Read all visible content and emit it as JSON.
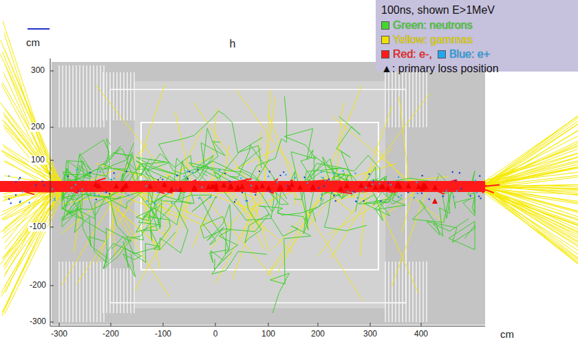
{
  "diagram": {
    "title": "h",
    "labels": [
      "cm",
      "300",
      "200",
      "100",
      "-100",
      "-200",
      "-300",
      "-300",
      "-200",
      "-100",
      "0",
      "100",
      "200",
      "300",
      "400",
      "cm",
      "100ns, shown E>1MeV"
    ],
    "legend": [
      {
        "text": "Green: neutrons",
        "color": "#44d62c"
      },
      {
        "text": "Yellow: gammas",
        "color": "#f0e000"
      },
      {
        "text": "Red: e-,",
        "color": "#ff1a1a"
      },
      {
        "text": "Blue: e+",
        "color": "#22a6ee"
      },
      {
        "text": "▲: primary loss position"
      }
    ]
  }
}
